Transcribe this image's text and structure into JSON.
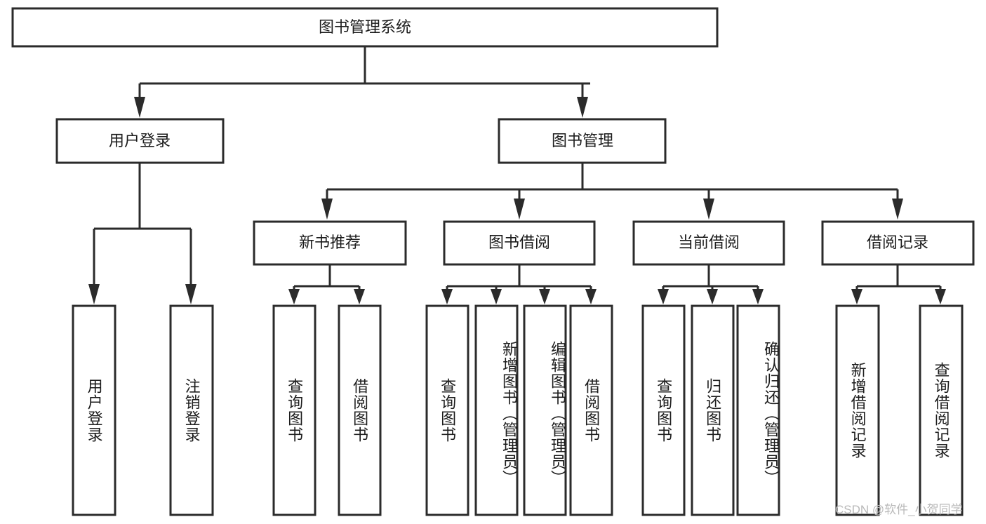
{
  "diagram": {
    "type": "tree",
    "title": "图书管理系统",
    "watermark": "CSDN @软件_小贺同学",
    "colors": {
      "box_stroke": "#2b2b2b",
      "box_fill": "#ffffff",
      "text": "#1c1c1c",
      "background": "#ffffff",
      "watermark": "#b9b9b9"
    },
    "nodes": {
      "root": {
        "label": "图书管理系统"
      },
      "level2": [
        {
          "id": "user-login",
          "label": "用户登录"
        },
        {
          "id": "book-manage",
          "label": "图书管理"
        }
      ],
      "level3": [
        {
          "id": "new-book-recommend",
          "label": "新书推荐",
          "parent": "book-manage"
        },
        {
          "id": "book-borrow",
          "label": "图书借阅",
          "parent": "book-manage"
        },
        {
          "id": "current-borrow",
          "label": "当前借阅",
          "parent": "book-manage"
        },
        {
          "id": "borrow-record",
          "label": "借阅记录",
          "parent": "book-manage"
        }
      ],
      "leaves": {
        "user-login": [
          {
            "id": "leaf-user-login",
            "label": "用户登录"
          },
          {
            "id": "leaf-logout-login",
            "label": "注销登录"
          }
        ],
        "new-book-recommend": [
          {
            "id": "leaf-query-book-1",
            "label": "查询图书"
          },
          {
            "id": "leaf-borrow-book-1",
            "label": "借阅图书"
          }
        ],
        "book-borrow": [
          {
            "id": "leaf-query-book-2",
            "label": "查询图书"
          },
          {
            "id": "leaf-add-book",
            "label": "新增图书（管理员）"
          },
          {
            "id": "leaf-edit-book",
            "label": "编辑图书（管理员）"
          },
          {
            "id": "leaf-borrow-book-2",
            "label": "借阅图书"
          }
        ],
        "current-borrow": [
          {
            "id": "leaf-query-book-3",
            "label": "查询图书"
          },
          {
            "id": "leaf-return-book",
            "label": "归还图书"
          },
          {
            "id": "leaf-confirm-return",
            "label": "确认归还（管理员）"
          }
        ],
        "borrow-record": [
          {
            "id": "leaf-add-record",
            "label": "新增借阅记录"
          },
          {
            "id": "leaf-query-record",
            "label": "查询借阅记录"
          }
        ]
      }
    }
  }
}
